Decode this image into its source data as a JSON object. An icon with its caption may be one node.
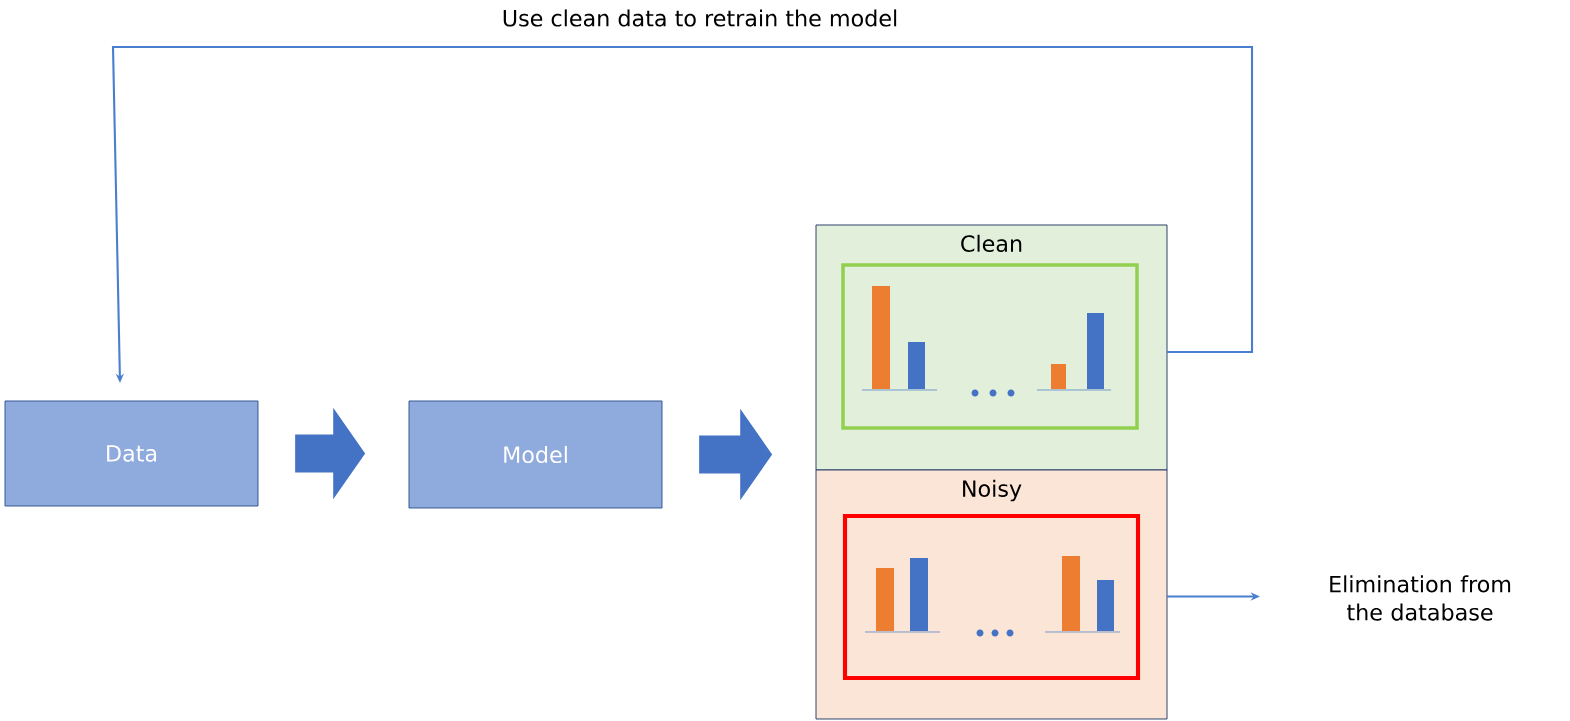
{
  "diagram": {
    "nodes": [
      {
        "text": [
          "Data"
        ]
      },
      {
        "text": [
          "Model"
        ]
      },
      {
        "text": [
          "Clean"
        ]
      },
      {
        "text": [],
        "shape": "box",
        "in": 2
      },
      {
        "text": [
          "Noisy"
        ]
      },
      {
        "text": [],
        "shape": "box",
        "in": 4
      },
      {
        "text": [
          "Elimination from the database"
        ]
      }
    ],
    "edges": [
      {
        "from": 0,
        "to": 1,
        "arrow": "to",
        "style": "thick"
      },
      {
        "from": 1,
        "to": 2,
        "arrow": "to",
        "style": "thick"
      },
      {
        "from": 2,
        "to": 0,
        "arrow": "to",
        "label": "Use clean data to retrain the model"
      },
      {
        "from": 4,
        "to": 6,
        "arrow": "to"
      }
    ]
  }
}
